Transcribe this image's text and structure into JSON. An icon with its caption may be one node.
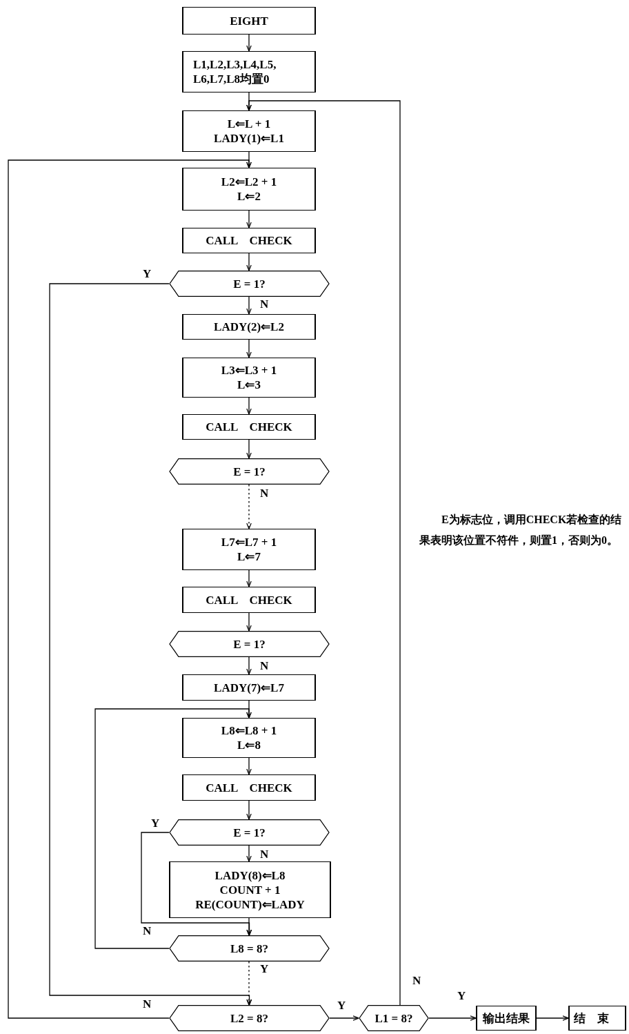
{
  "diagram": {
    "nodes": [
      {
        "text": [
          "EIGHT"
        ]
      },
      {
        "text": [
          "L1,L2,L3,L4,L5, L6,L7,L8均置0"
        ]
      },
      {
        "text": [
          "L⇐L + 1",
          "LADY(1)⇐L1"
        ]
      },
      {
        "text": [
          "L2⇐L2 + 1",
          "L⇐2"
        ]
      },
      {
        "text": [
          "CALL　CHECK"
        ]
      },
      {
        "text": [
          "E = 1?"
        ]
      },
      {
        "text": [
          "LADY(2)⇐L2"
        ]
      },
      {
        "text": [
          "L3⇐L3 + 1",
          "L⇐3"
        ]
      },
      {
        "text": [
          "CALL　CHECK"
        ]
      },
      {
        "text": [
          "E = 1?"
        ]
      },
      {
        "text": [
          "L7⇐L7 + 1",
          "L⇐7"
        ]
      },
      {
        "text": [
          "CALL　CHECK"
        ]
      },
      {
        "text": [
          "E = 1?"
        ]
      },
      {
        "text": [
          "LADY(7)⇐L7"
        ]
      },
      {
        "text": [
          "L8⇐L8 + 1",
          "L⇐8"
        ]
      },
      {
        "text": [
          "CALL　CHECK"
        ]
      },
      {
        "text": [
          "E = 1?"
        ]
      },
      {
        "text": [
          "LADY(8)⇐L8",
          "COUNT + 1",
          "RE(COUNT)⇐LADY"
        ]
      },
      {
        "text": [
          "L8 = 8?"
        ]
      },
      {
        "text": [
          "L2 = 8?"
        ]
      },
      {
        "text": [
          "L1 = 8?"
        ]
      },
      {
        "text": [
          "输出结果"
        ]
      },
      {
        "text": [
          "结束"
        ]
      }
    ],
    "edges": [
      {
        "from": 0,
        "to": 1,
        "arrow": "to"
      },
      {
        "from": 1,
        "to": 2,
        "arrow": "to"
      },
      {
        "from": 2,
        "to": 3,
        "arrow": "to"
      },
      {
        "from": 3,
        "to": 4,
        "arrow": "to"
      },
      {
        "from": 4,
        "to": 5,
        "arrow": "to"
      },
      {
        "from": 5,
        "to": 6,
        "arrow": "to",
        "label": "N"
      },
      {
        "from": 6,
        "to": 7,
        "arrow": "to"
      },
      {
        "from": 7,
        "to": 8,
        "arrow": "to"
      },
      {
        "from": 8,
        "to": 9,
        "arrow": "to"
      },
      {
        "from": 9,
        "to": 10,
        "arrow": "to",
        "label": "N",
        "style": "dashed"
      },
      {
        "from": 10,
        "to": 11,
        "arrow": "to"
      },
      {
        "from": 11,
        "to": 12,
        "arrow": "to"
      },
      {
        "from": 12,
        "to": 13,
        "arrow": "to",
        "label": "N"
      },
      {
        "from": 13,
        "to": 14,
        "arrow": "to"
      },
      {
        "from": 14,
        "to": 15,
        "arrow": "to"
      },
      {
        "from": 15,
        "to": 16,
        "arrow": "to"
      },
      {
        "from": 16,
        "to": 17,
        "arrow": "to",
        "label": "N"
      },
      {
        "from": 17,
        "to": 18,
        "arrow": "to"
      },
      {
        "from": 18,
        "to": 19,
        "arrow": "to",
        "label": "Y",
        "style": "dashed"
      },
      {
        "from": 19,
        "to": 20,
        "arrow": "to",
        "label": "Y"
      },
      {
        "from": 20,
        "to": 21,
        "arrow": "to",
        "label": "Y"
      },
      {
        "from": 21,
        "to": 22,
        "arrow": "to"
      },
      {
        "from": 5,
        "to": 19,
        "arrow": "to",
        "label": "Y"
      },
      {
        "from": 16,
        "to": 18,
        "arrow": "to",
        "label": "Y"
      },
      {
        "from": 18,
        "to": 14,
        "arrow": "to",
        "label": "N"
      },
      {
        "from": 19,
        "to": 3,
        "arrow": "to",
        "label": "N"
      },
      {
        "from": 20,
        "to": 2,
        "arrow": "to",
        "label": "N"
      }
    ],
    "labels": [
      "E为标志位，调用CHECK若检查的结果表明该位置不符件，则置1，否则为0。"
    ]
  }
}
